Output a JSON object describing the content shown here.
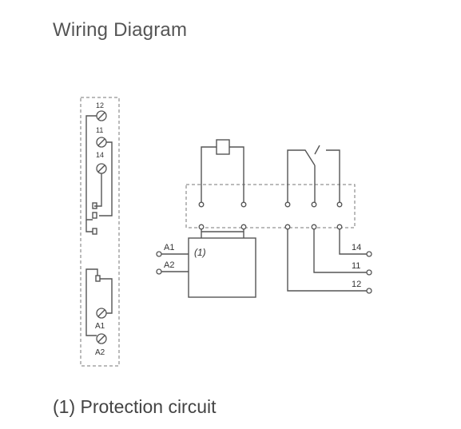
{
  "header": {
    "title": "Wiring Diagram"
  },
  "footer": {
    "caption": "(1) Protection circuit"
  },
  "diagram": {
    "module_terminals": {
      "t12": "12",
      "t11": "11",
      "t14": "14",
      "ta1": "A1",
      "ta2": "A2"
    },
    "coil_inputs": {
      "a1": "A1",
      "a2": "A2"
    },
    "protection_label": "(1)",
    "contact_outputs": {
      "o14": "14",
      "o11": "11",
      "o12": "12"
    }
  }
}
